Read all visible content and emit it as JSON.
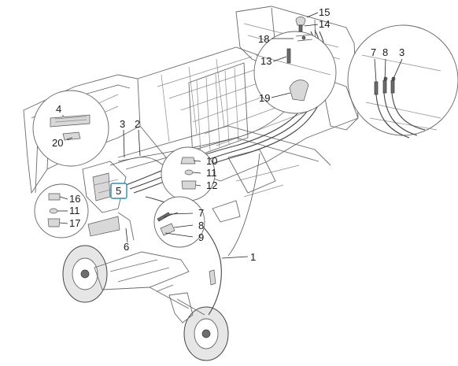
{
  "callouts": [
    {
      "id": "c15",
      "label": "15"
    },
    {
      "id": "c14",
      "label": "14"
    },
    {
      "id": "c18",
      "label": "18"
    },
    {
      "id": "c13",
      "label": "13"
    },
    {
      "id": "c19",
      "label": "19"
    },
    {
      "id": "c7a",
      "label": "7"
    },
    {
      "id": "c8a",
      "label": "8"
    },
    {
      "id": "c3a",
      "label": "3"
    },
    {
      "id": "c4",
      "label": "4"
    },
    {
      "id": "c20",
      "label": "20"
    },
    {
      "id": "c3b",
      "label": "3"
    },
    {
      "id": "c2",
      "label": "2"
    },
    {
      "id": "c10",
      "label": "10"
    },
    {
      "id": "c11a",
      "label": "11"
    },
    {
      "id": "c12",
      "label": "12"
    },
    {
      "id": "c5",
      "label": "5"
    },
    {
      "id": "c16",
      "label": "16"
    },
    {
      "id": "c11b",
      "label": "11"
    },
    {
      "id": "c17",
      "label": "17"
    },
    {
      "id": "c7b",
      "label": "7"
    },
    {
      "id": "c8b",
      "label": "8"
    },
    {
      "id": "c9",
      "label": "9"
    },
    {
      "id": "c6",
      "label": "6"
    },
    {
      "id": "c1",
      "label": "1"
    }
  ],
  "highlight": {
    "label": "5",
    "color": "#2e8fb0"
  }
}
